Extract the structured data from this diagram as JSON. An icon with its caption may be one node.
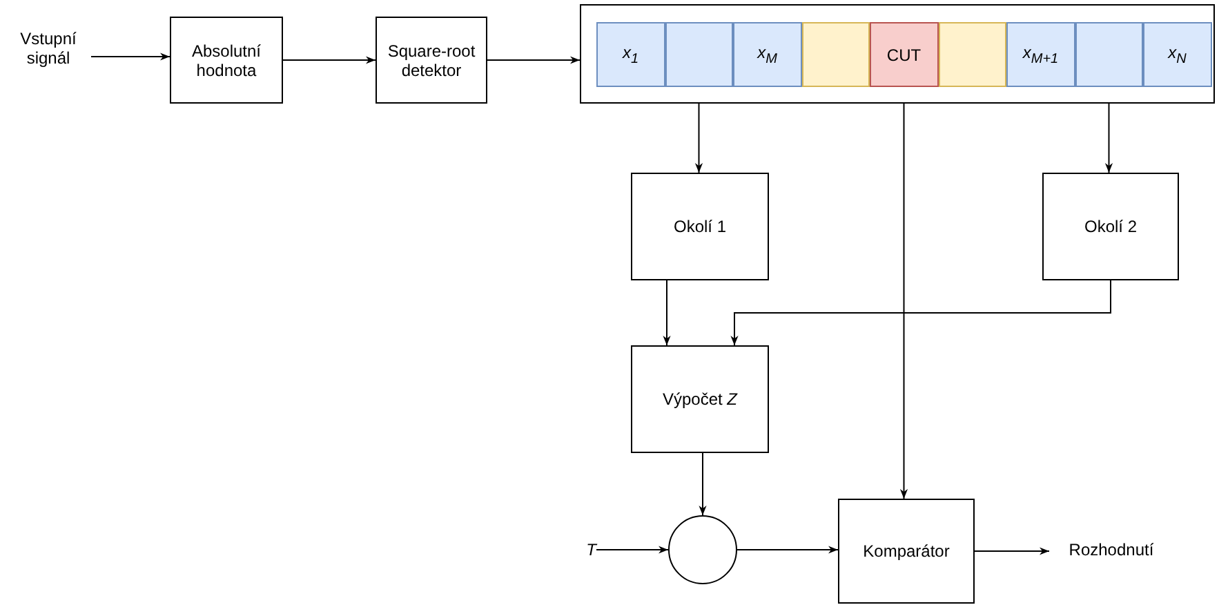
{
  "diagram": {
    "nodes": [
      {
        "text": [
          "Vstupní signál"
        ]
      },
      {
        "text": [
          "Absolutní hodnota"
        ]
      },
      {
        "text": [
          "Square-root detektor"
        ]
      },
      {
        "text": [],
        "shape": "box"
      },
      {
        "text": [
          "*x*$_{1}$"
        ],
        "in": 3
      },
      {
        "text": [],
        "shape": "box",
        "in": 3
      },
      {
        "text": [
          "*x*$_{M}$"
        ],
        "in": 3
      },
      {
        "text": [],
        "shape": "box",
        "in": 3
      },
      {
        "text": [
          "CUT"
        ],
        "in": 3
      },
      {
        "text": [],
        "shape": "box",
        "in": 3
      },
      {
        "text": [
          "*x*$_{M+1}$"
        ],
        "in": 3
      },
      {
        "text": [],
        "shape": "box",
        "in": 3
      },
      {
        "text": [
          "*x*$_{N}$"
        ],
        "in": 3
      },
      {
        "text": [
          "Okolí 1"
        ]
      },
      {
        "text": [
          "Okolí 2"
        ]
      },
      {
        "text": [
          "Výpočet *Z*"
        ]
      },
      {
        "text": [
          "T"
        ]
      },
      {
        "text": [],
        "shape": "circle"
      },
      {
        "text": [
          "Komparátor"
        ]
      },
      {
        "text": [
          "Rozhodnutí"
        ]
      }
    ],
    "edges": [
      {
        "from": 0,
        "to": 1,
        "arrow": "to"
      },
      {
        "from": 1,
        "to": 2,
        "arrow": "to"
      },
      {
        "from": 2,
        "to": 3,
        "arrow": "to"
      },
      {
        "from": 5,
        "to": 13,
        "arrow": "to"
      },
      {
        "from": 11,
        "to": 14,
        "arrow": "to"
      },
      {
        "from": 13,
        "to": 15,
        "arrow": "to"
      },
      {
        "from": 14,
        "to": 15,
        "arrow": "to"
      },
      {
        "from": 15,
        "to": 17,
        "arrow": "to"
      },
      {
        "from": 16,
        "to": 17,
        "arrow": "to"
      },
      {
        "from": 17,
        "to": 18,
        "arrow": "to"
      },
      {
        "from": 8,
        "to": 18,
        "arrow": "to"
      },
      {
        "from": 18,
        "to": 19,
        "arrow": "to"
      }
    ]
  }
}
